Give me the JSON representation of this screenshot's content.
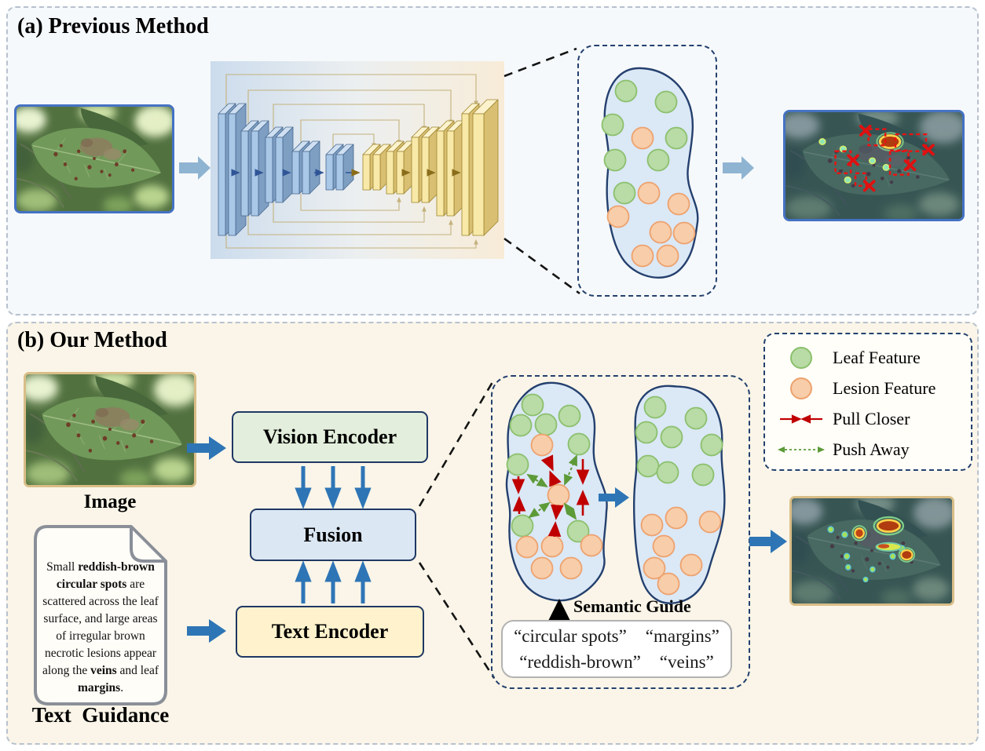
{
  "panel_a": {
    "title": "(a) Previous Method"
  },
  "panel_b": {
    "title": "(b) Our Method",
    "image_label": "Image",
    "text_guidance_label": "Text  Guidance",
    "document_text_runs": [
      {
        "text": "Small ",
        "bold": false
      },
      {
        "text": "reddish-brown circular spots",
        "bold": true
      },
      {
        "text": " are scattered across the leaf surface, and large areas of irregular brown necrotic lesions appear along the ",
        "bold": false
      },
      {
        "text": "veins",
        "bold": true
      },
      {
        "text": " and leaf ",
        "bold": false
      },
      {
        "text": "margins",
        "bold": true
      },
      {
        "text": ".",
        "bold": false
      }
    ],
    "vision_encoder_label": "Vision Encoder",
    "fusion_label": "Fusion",
    "text_encoder_label": "Text Encoder",
    "semantic_guide_label": "Semantic Guide",
    "semantic_terms": [
      "“circular spots”",
      "“margins”",
      "“reddish-brown”",
      "“veins”"
    ]
  },
  "legend": {
    "items": [
      {
        "icon": "leaf-feature-circle",
        "label": "Leaf Feature"
      },
      {
        "icon": "lesion-feature-circle",
        "label": "Lesion Feature"
      },
      {
        "icon": "pull-closer-arrows",
        "label": "Pull Closer"
      },
      {
        "icon": "push-away-arrow",
        "label": "Push Away"
      }
    ]
  },
  "colors": {
    "leaf_feature_fill": "#b9dba6",
    "leaf_feature_stroke": "#8bc06d",
    "lesion_feature_fill": "#f8cda9",
    "lesion_feature_stroke": "#eda26e",
    "pull_closer": "#c00000",
    "push_away": "#5d9a38",
    "flow_arrow": "#2e75b6",
    "light_flow_arrow": "#8fb4d2",
    "panel_a_bg": "#f6f9fb",
    "panel_b_bg": "#faf5e8",
    "encoder_block": "#a9c7e6",
    "decoder_block": "#f8e9a8"
  }
}
